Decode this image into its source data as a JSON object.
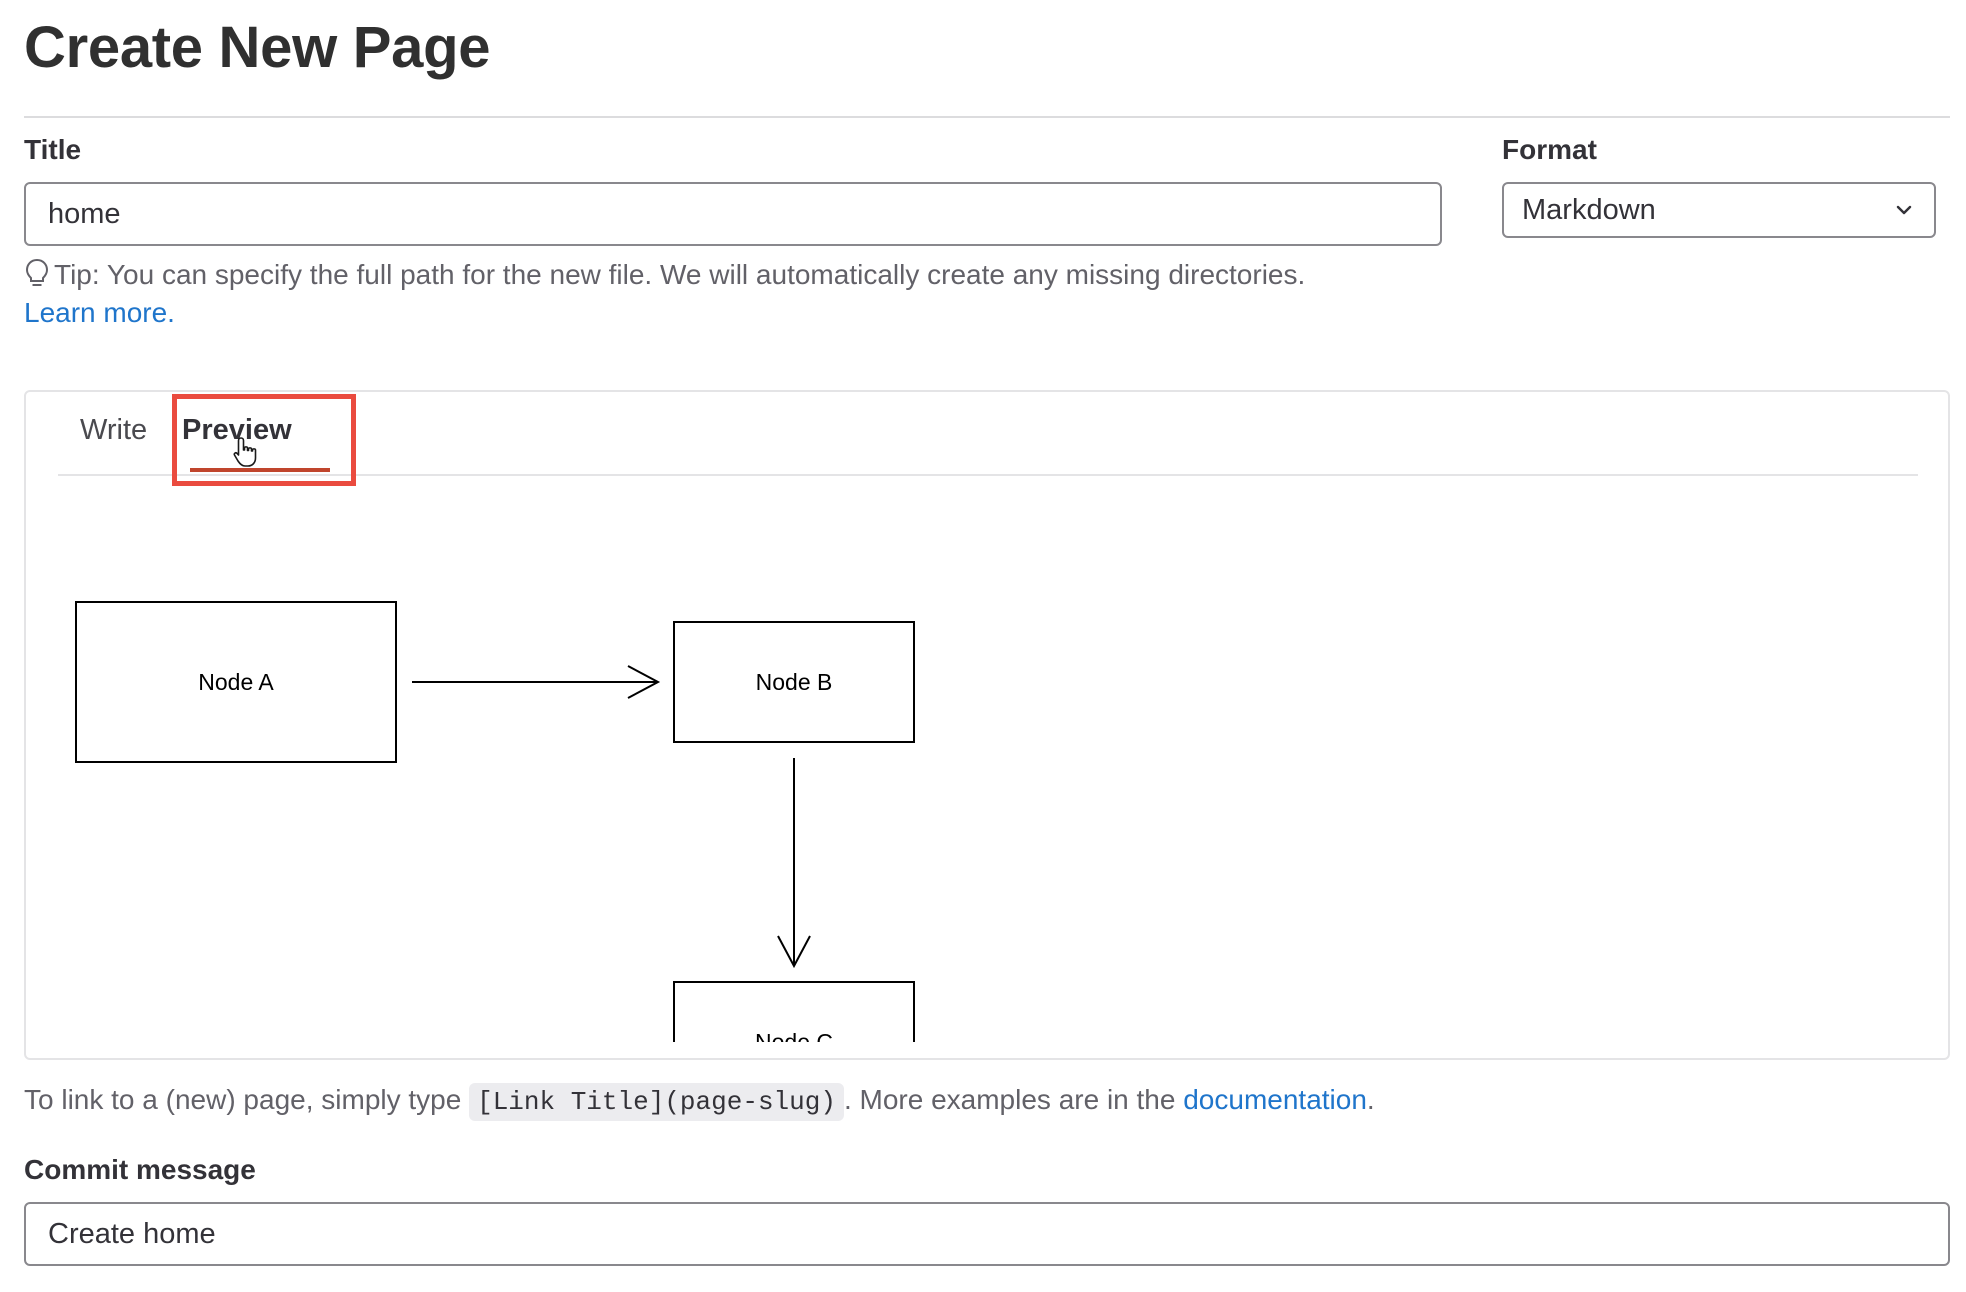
{
  "page_title": "Create New Page",
  "form": {
    "title_label": "Title",
    "title_value": "home",
    "format_label": "Format",
    "format_value": "Markdown",
    "tip_text": "Tip: You can specify the full path for the new file. We will automatically create any missing directories.",
    "tip_link": "Learn more."
  },
  "editor": {
    "tabs": [
      {
        "label": "Write",
        "active": false
      },
      {
        "label": "Preview",
        "active": true
      }
    ],
    "diagram": {
      "nodes": [
        "Node A",
        "Node B",
        "Node C"
      ],
      "edges": [
        [
          "Node A",
          "Node B"
        ],
        [
          "Node B",
          "Node C"
        ]
      ]
    }
  },
  "helper": {
    "prefix": "To link to a (new) page, simply type",
    "code": "[Link Title](page-slug)",
    "middle": ". More examples are in the",
    "link": "documentation",
    "suffix": "."
  },
  "commit": {
    "label": "Commit message",
    "value": "Create home"
  },
  "colors": {
    "link": "#1f75cb",
    "tab_underline": "#c0452d",
    "highlight_box": "#ea4b3f"
  }
}
